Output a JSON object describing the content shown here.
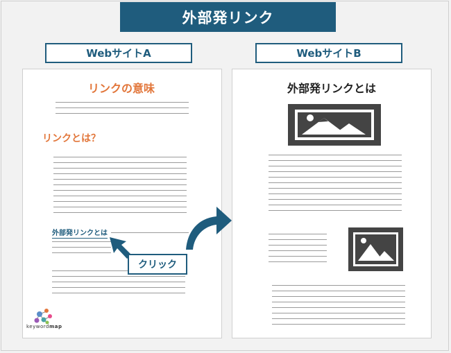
{
  "title": "外部発リンク",
  "site_a": {
    "label": "WebサイトA",
    "heading": "リンクの意味",
    "subheading": "リンクとは？",
    "link_text": "外部発リンクとは",
    "click_label": "クリック"
  },
  "site_b": {
    "label": "WebサイトB",
    "heading": "外部発リンクとは"
  },
  "logo": {
    "brand_light": "keyword",
    "brand_bold": "map"
  },
  "colors": {
    "primary": "#1f5c7d",
    "accent": "#e2763a",
    "image_icon": "#444444"
  }
}
